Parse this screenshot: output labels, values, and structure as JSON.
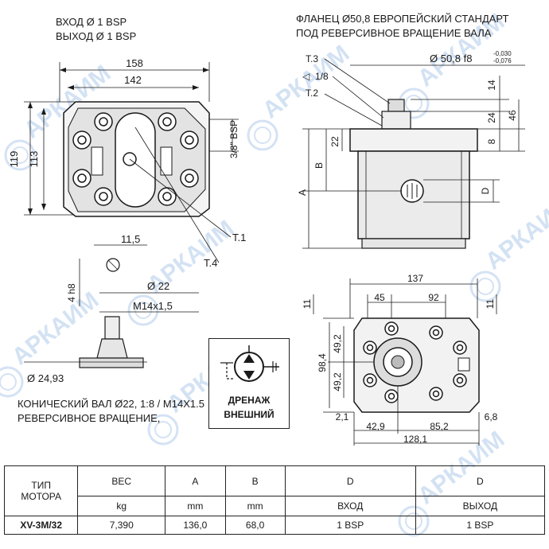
{
  "header": {
    "inlet": "ВХОД Ø 1 BSP",
    "outlet": "ВЫХОД Ø 1 BSP",
    "flange_line1": "ФЛАНЕЦ Ø50,8 ЕВРОПЕЙСКИЙ СТАНДАРТ",
    "flange_line2": "ПОД РЕВЕРСИВНОЕ ВРАЩЕНИЕ ВАЛА"
  },
  "front_view": {
    "dim_158": "158",
    "dim_142": "142",
    "dim_119": "119",
    "dim_113": "113",
    "port_bsp": "3/8\" BSP",
    "label_t1": "T.1",
    "label_t4": "T.4"
  },
  "side_view": {
    "shaft_dia": "Ø 50,8 f8",
    "tol_upper": "-0,030",
    "tol_lower": "-0,076",
    "t3": "T.3",
    "taper": "1/8",
    "t2": "T.2",
    "d14": "14",
    "d24": "24",
    "d46": "46",
    "d8": "8",
    "d22": "22",
    "letter_b": "B",
    "letter_a": "A",
    "letter_d": "D"
  },
  "shaft_detail": {
    "d11_5": "11,5",
    "h8": "4 h8",
    "d22": "Ø 22",
    "thread": "M14x1,5",
    "d24_93": "Ø 24,93",
    "caption1": "КОНИЧЕСКИЙ ВАЛ Ø22, 1:8 / M14X1.5",
    "caption2": "РЕВЕРСИВНОЕ ВРАЩЕНИЕ,"
  },
  "drain": {
    "line1": "ДРЕНАЖ",
    "line2": "ВНЕШНИЙ"
  },
  "rear_view": {
    "d137": "137",
    "d45": "45",
    "d92": "92",
    "d11a": "11",
    "d11b": "11",
    "d49_2a": "49,2",
    "d49_2b": "49,2",
    "d98_4": "98,4",
    "d2_1": "2,1",
    "d42_9": "42,9",
    "d85_2": "85,2",
    "d6_8": "6,8",
    "d128_1": "128,1"
  },
  "watermark": "АРКАИМ",
  "table": {
    "h_type": "ТИП\nМОТОРА",
    "h_type1": "ТИП",
    "h_type2": "МОТОРА",
    "h_weight": "ВЕС",
    "h_a": "A",
    "h_b": "B",
    "h_d_in": "D",
    "h_d_out": "D",
    "u_weight": "kg",
    "u_a": "mm",
    "u_b": "mm",
    "u_in": "ВХОД",
    "u_out": "ВЫХОД",
    "row_type": "XV-3M/32",
    "row_weight": "7,390",
    "row_a": "136,0",
    "row_b": "68,0",
    "row_in": "1 BSP",
    "row_out": "1 BSP"
  }
}
